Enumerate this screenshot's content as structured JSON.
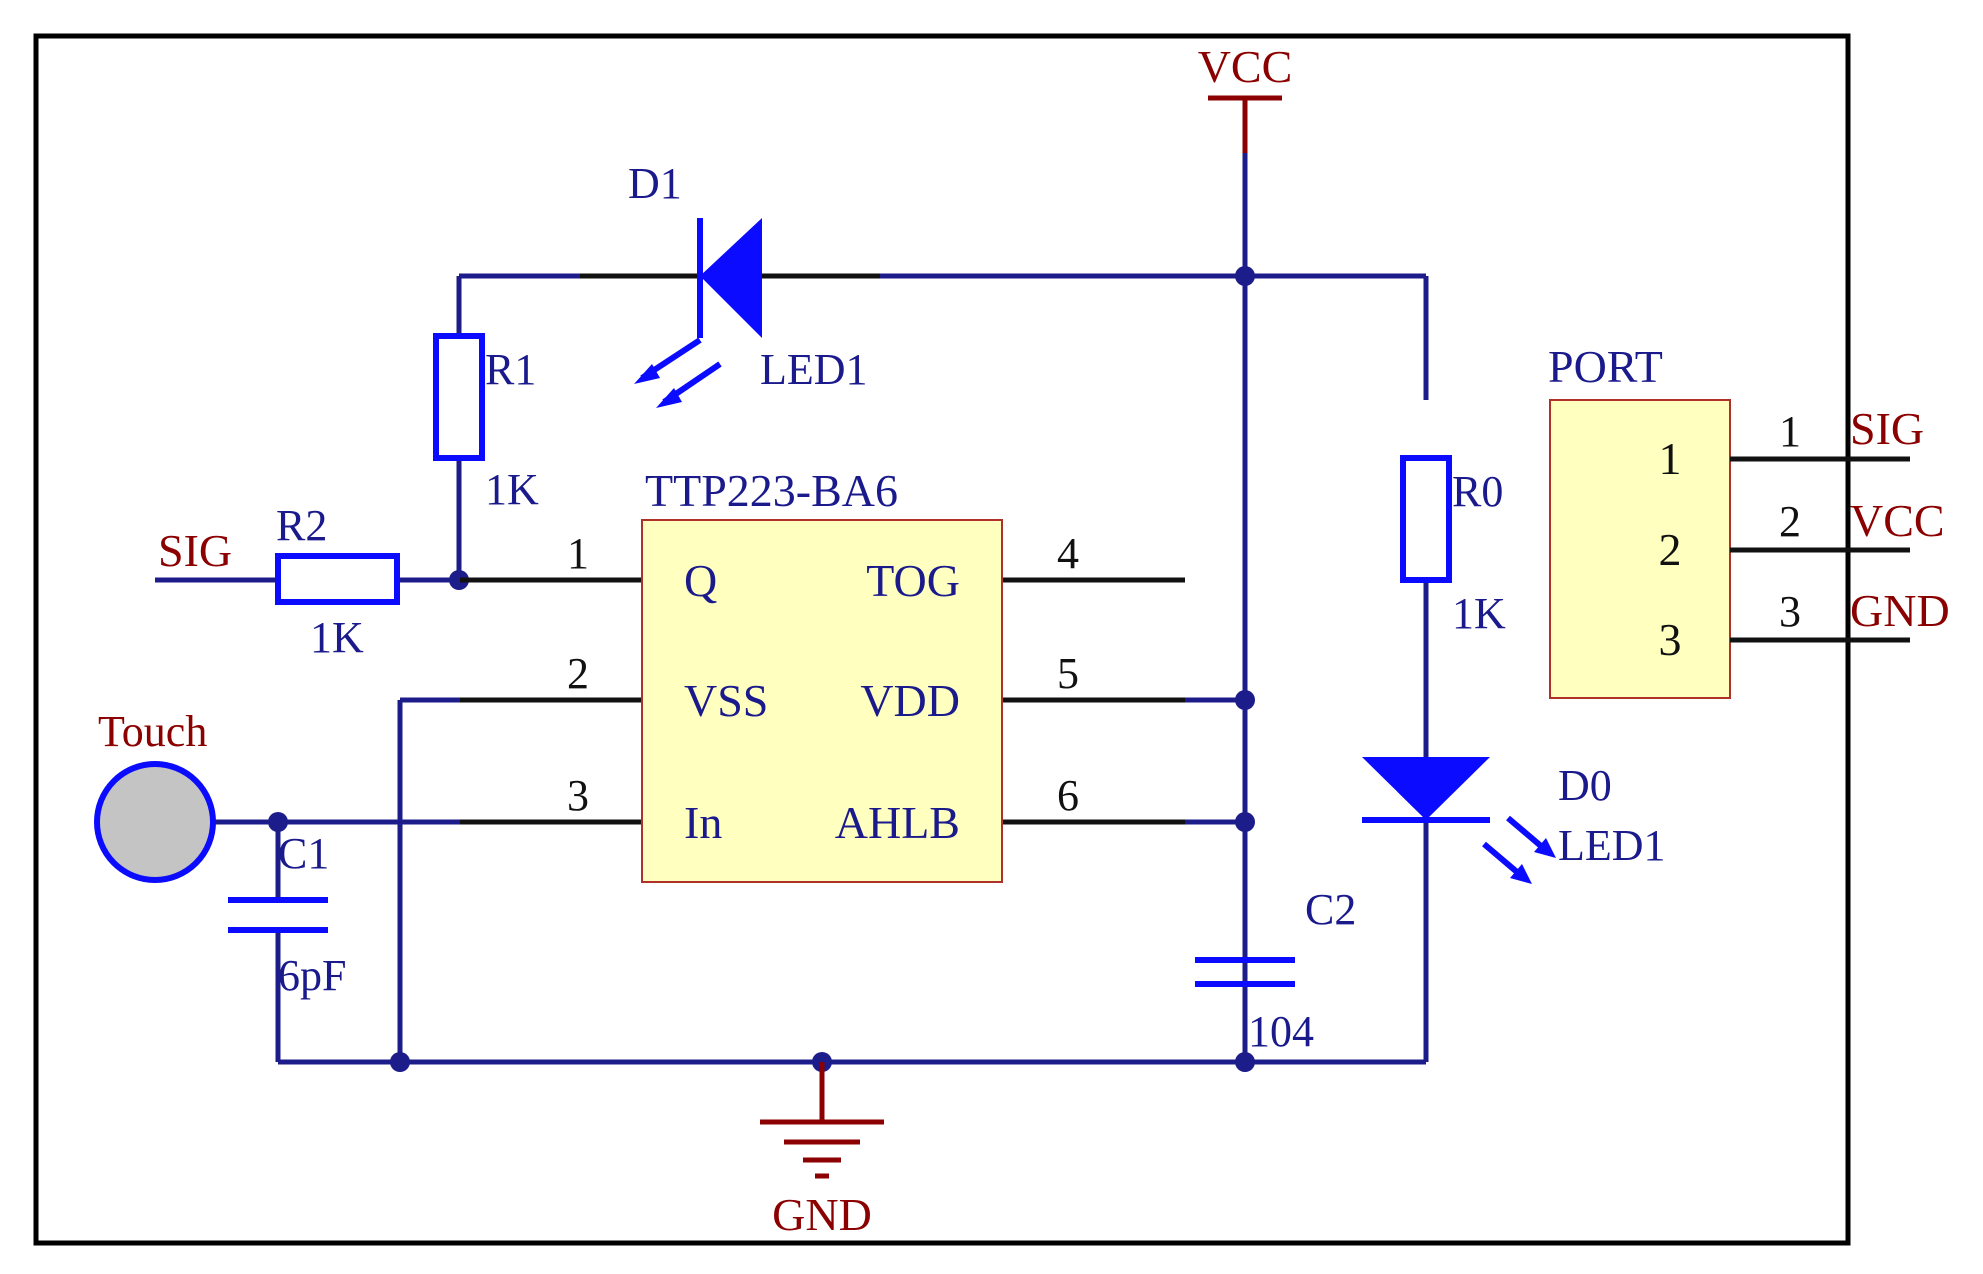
{
  "power": {
    "vcc": "VCC",
    "gnd": "GND"
  },
  "net": {
    "sig_left": "SIG"
  },
  "touch": {
    "label": "Touch"
  },
  "ic": {
    "name": "TTP223-BA6",
    "pins": [
      {
        "num": "1",
        "name": "Q"
      },
      {
        "num": "2",
        "name": "VSS"
      },
      {
        "num": "3",
        "name": "In"
      },
      {
        "num": "4",
        "name": "TOG"
      },
      {
        "num": "5",
        "name": "VDD"
      },
      {
        "num": "6",
        "name": "AHLB"
      }
    ]
  },
  "components": {
    "r1": {
      "ref": "R1",
      "value": "1K"
    },
    "r2": {
      "ref": "R2",
      "value": "1K"
    },
    "r0": {
      "ref": "R0",
      "value": "1K"
    },
    "c1": {
      "ref": "C1",
      "value": "6pF"
    },
    "c2": {
      "ref": "C2",
      "value": "104"
    },
    "d1": {
      "ref": "D1",
      "value": "LED1"
    },
    "d0": {
      "ref": "D0",
      "value": "LED1"
    }
  },
  "port": {
    "title": "PORT",
    "pins": [
      {
        "num": "1",
        "net": "SIG"
      },
      {
        "num": "2",
        "net": "VCC"
      },
      {
        "num": "3",
        "net": "GND"
      }
    ]
  },
  "colors": {
    "wire": "#1c1c8a",
    "component": "#0b0bff",
    "power_label": "#8b0000",
    "ic_fill": "#ffffc0",
    "ic_border": "#b0302a"
  }
}
